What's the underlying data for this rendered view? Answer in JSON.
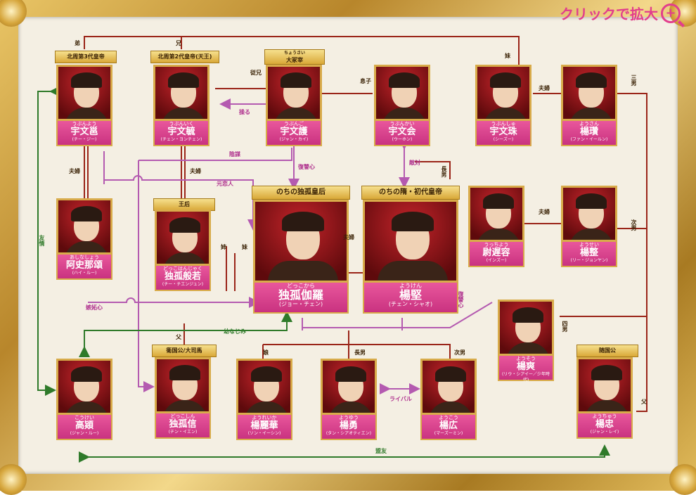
{
  "zoom": {
    "label": "クリックで拡大",
    "icon": "zoom-plus-icon"
  },
  "titles": {
    "yubun_yu": "北周第3代皇帝",
    "yubun_ik": "北周第2代皇帝(天王)",
    "yubun_go_ruby": "ちょうさい",
    "yubun_go": "大冢宰",
    "dokko_garan": "のちの独孤皇后",
    "yoken": "のちの隋・初代皇帝",
    "dokko_hannya": "王后",
    "dokko_shin": "衛国公/大司馬",
    "yochu": "随国公"
  },
  "people": {
    "yubun_yu": {
      "ruby": "うぶんよう",
      "name": "宇文邕",
      "reading": "(チー・ジー)"
    },
    "yubun_ik": {
      "ruby": "うぶんいく",
      "name": "宇文毓",
      "reading": "(チェン・ヨンチェン)"
    },
    "yubun_go": {
      "ruby": "うぶんご",
      "name": "宇文護",
      "reading": "(ジャン・カイ)"
    },
    "yubun_kai": {
      "ruby": "うぶんかい",
      "name": "宇文会",
      "reading": "(ウーホン)"
    },
    "yubun_shu": {
      "ruby": "うぶんしゅ",
      "name": "宇文珠",
      "reading": "(シーズー)"
    },
    "yosan": {
      "ruby": "ようさん",
      "name": "楊瓚",
      "reading": "(ファン・イールン)"
    },
    "ashina": {
      "ruby": "あしなしょう",
      "name": "阿史那頌",
      "reading": "(ハイ・ルー)"
    },
    "dokko_hannya": {
      "ruby": "どっこはんじゃく",
      "name": "独孤般若",
      "reading": "(チー・チエンジュン)"
    },
    "dokko_garan": {
      "ruby": "どっこから",
      "name": "独孤伽羅",
      "reading": "(ジョー・チェン)"
    },
    "yoken": {
      "ruby": "ようけん",
      "name": "楊堅",
      "reading": "(チェン・シャオ)"
    },
    "uchi": {
      "ruby": "うっちよう",
      "name": "尉遅容",
      "reading": "(インズー)"
    },
    "yosei": {
      "ruby": "ようせい",
      "name": "楊整",
      "reading": "(リー・ジョンヤン)"
    },
    "yoso": {
      "ruby": "ようそう",
      "name": "楊爽",
      "reading": "(リウ・シアイー／少年時代)"
    },
    "koukei": {
      "ruby": "こうけい",
      "name": "高熲",
      "reading": "(ジャン・ルー)"
    },
    "dokko_shin": {
      "ruby": "どっこしん",
      "name": "独孤信",
      "reading": "(チン・イエン)"
    },
    "yoreika": {
      "ruby": "ようれいか",
      "name": "楊麗華",
      "reading": "(ソン・イーシン)"
    },
    "yoyu": {
      "ruby": "ようゆう",
      "name": "楊勇",
      "reading": "(タン・シアオティエン)"
    },
    "yoko": {
      "ruby": "ようこう",
      "name": "楊広",
      "reading": "(マーズーミン)"
    },
    "yochu": {
      "ruby": "ようちゅう",
      "name": "楊忠",
      "reading": "(ジャン・レイ)"
    }
  },
  "labels": {
    "younger_brother": "弟",
    "older_brother": "兄",
    "younger_sister": "妹",
    "cousin": "従兄",
    "son": "息子",
    "couple1": "夫婦",
    "couple2": "夫婦",
    "couple3": "夫婦",
    "couple4": "夫婦",
    "couple5": "夫婦",
    "third_son": "三男",
    "manipulate": "操る",
    "plot": "陰謀",
    "revenge1": "復讐心",
    "hostile": "敵対",
    "first_son": "長男",
    "first_son2": "長男",
    "former_lover": "元恋人",
    "elder_sister": "姉",
    "sister2": "妹",
    "friend": "友情",
    "jealousy": "嫉妬心",
    "childhood": "幼なじみ",
    "father": "父",
    "father2": "父",
    "revenge2": "復讐心",
    "second_son": "次男",
    "second_son2": "次男",
    "fourth_son": "四男",
    "daughter": "娘",
    "rival": "ライバル",
    "ally": "盟友"
  }
}
